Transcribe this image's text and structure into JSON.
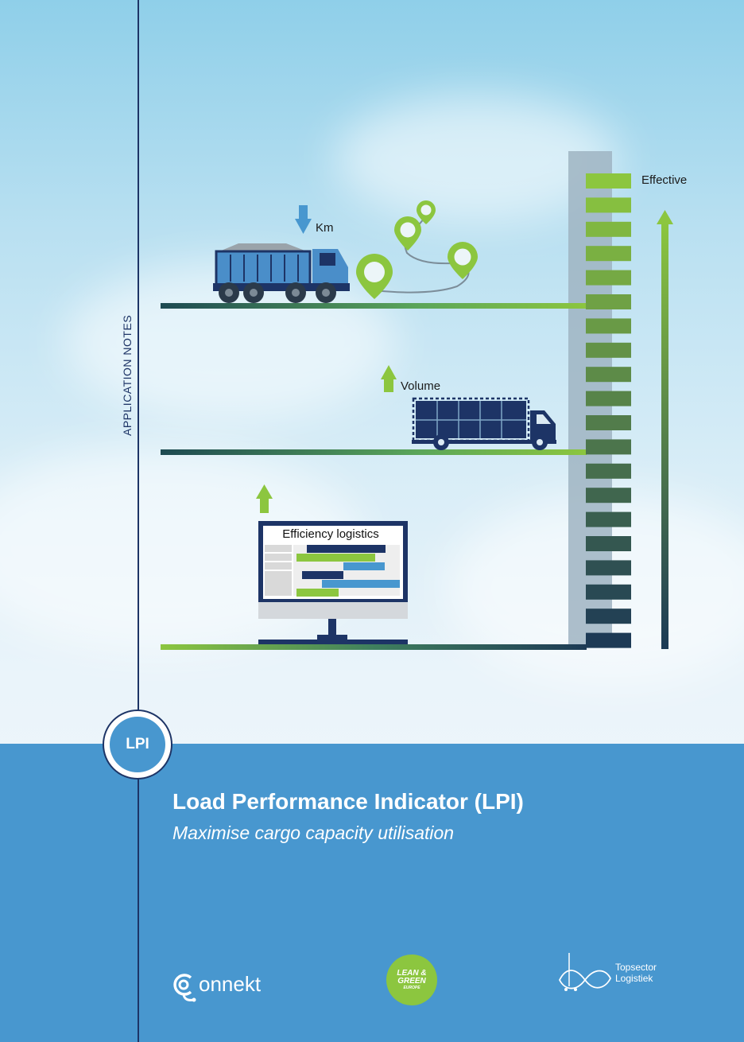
{
  "side_label": "APPLICATION NOTES",
  "illustration": {
    "km_label": "Km",
    "volume_label": "Volume",
    "effective_label": "Effective",
    "screen_title": "Efficiency logistics"
  },
  "badge": "LPI",
  "title": "Load Performance Indicator (LPI)",
  "subtitle": "Maximise cargo capacity utilisation",
  "logos": {
    "connekt": "onnekt",
    "lean_green": [
      "LEAN &",
      "GREEN",
      "EUROPE"
    ],
    "topsector": [
      "Topsector",
      "Logistiek"
    ]
  },
  "colors": {
    "navy": "#1d3466",
    "green": "#8cc63f",
    "blue": "#4897cf",
    "tower_gray": "#9bb1bf"
  }
}
